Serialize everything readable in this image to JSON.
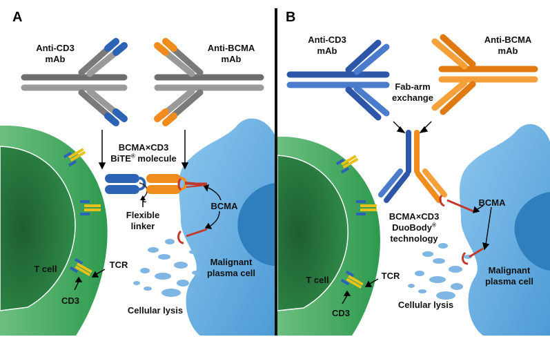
{
  "panel_a": {
    "letter": "A",
    "anti_cd3": [
      "Anti-CD3",
      "mAb"
    ],
    "anti_bcma": [
      "Anti-BCMA",
      "mAb"
    ],
    "molecule": {
      "line1": "BCMA×CD3",
      "line2_main": "BiTE",
      "line2_sup": "®",
      "line2_rest": " molecule"
    },
    "linker": [
      "Flexible",
      "linker"
    ],
    "bcma": "BCMA",
    "t_cell": "T cell",
    "tcr": "TCR",
    "cd3": "CD3",
    "lysis": "Cellular lysis",
    "plasma": [
      "Malignant",
      "plasma cell"
    ]
  },
  "panel_b": {
    "letter": "B",
    "anti_cd3": [
      "Anti-CD3",
      "mAb"
    ],
    "anti_bcma": [
      "Anti-BCMA",
      "mAb"
    ],
    "exchange": [
      "Fab-arm",
      "exchange"
    ],
    "bcma": "BCMA",
    "molecule": {
      "line1": "BCMA×CD3",
      "line2_main": "DuoBody",
      "line2_sup": "®",
      "line3": "technology"
    },
    "t_cell": "T cell",
    "tcr": "TCR",
    "cd3": "CD3",
    "lysis": "Cellular lysis",
    "plasma": [
      "Malignant",
      "plasma cell"
    ]
  },
  "colors": {
    "t_cell": "#2e9a4e",
    "t_cell_nucleus": "#1d6b35",
    "plasma_cell": "#5aa7dc",
    "plasma_nucleus": "#2f7fbf",
    "grey_antibody": "#8a8a8a",
    "blue_domain": "#2d63b5",
    "orange_domain": "#f08c1e",
    "receptor_red": "#c0392b",
    "tcr_yellow": "#e8c21a"
  }
}
